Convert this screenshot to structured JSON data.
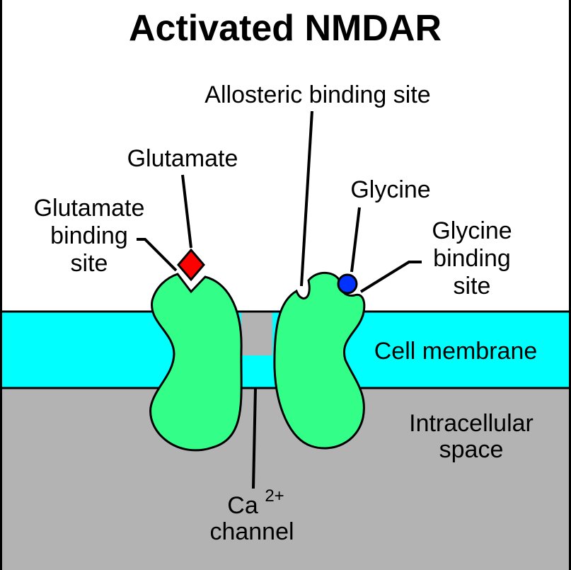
{
  "title": "Activated NMDAR",
  "labels": {
    "allosteric_binding_site": "Allosteric binding site",
    "glutamate": "Glutamate",
    "glutamate_binding_site": [
      "Glutamate",
      "binding",
      "site"
    ],
    "glycine": "Glycine",
    "glycine_binding_site": [
      "Glycine",
      "binding",
      "site"
    ],
    "cell_membrane": "Cell membrane",
    "intracellular_space": [
      "Intracellular",
      "space"
    ],
    "ca_channel": {
      "ion": "Ca",
      "charge": "2+",
      "word": "channel"
    }
  },
  "colors": {
    "background": "#ffffff",
    "membrane": "#00ffff",
    "intracellular": "#b3b3b3",
    "receptor_subunit": "#33ff88",
    "glutamate_ligand": "#ff0000",
    "glycine_ligand": "#0033ff",
    "outline": "#000000",
    "frame": "#000000"
  }
}
